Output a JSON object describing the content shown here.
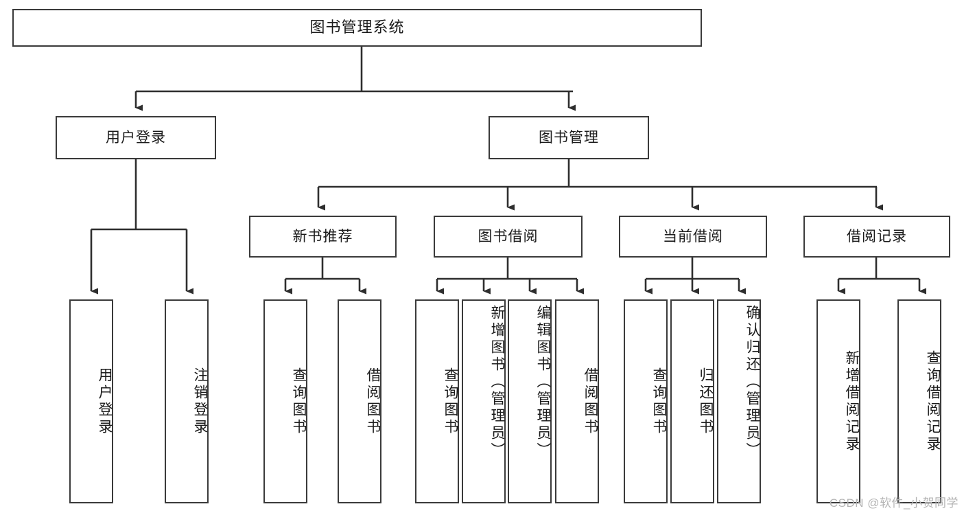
{
  "diagram": {
    "title": "图书管理系统",
    "root": {
      "label": "图书管理系统"
    },
    "level2": [
      {
        "label": "用户登录"
      },
      {
        "label": "图书管理"
      }
    ],
    "level3": [
      {
        "label": "新书推荐"
      },
      {
        "label": "图书借阅"
      },
      {
        "label": "当前借阅"
      },
      {
        "label": "借阅记录"
      }
    ],
    "leaves": {
      "user_login": [
        {
          "label": "用户登录"
        },
        {
          "label": "注销登录"
        }
      ],
      "new_book_recommend": [
        {
          "label": "查询图书"
        },
        {
          "label": "借阅图书"
        }
      ],
      "book_borrow": [
        {
          "label": "查询图书"
        },
        {
          "label": "新增图书（管理员）"
        },
        {
          "label": "编辑图书（管理员）"
        },
        {
          "label": "借阅图书"
        }
      ],
      "current_borrow": [
        {
          "label": "查询图书"
        },
        {
          "label": "归还图书"
        },
        {
          "label": "确认归还（管理员）"
        }
      ],
      "borrow_record": [
        {
          "label": "新增借阅记录"
        },
        {
          "label": "查询借阅记录"
        }
      ]
    },
    "watermark": "CSDN @软件_小贺同学",
    "colors": {
      "stroke": "#3a3a3a",
      "background": "#ffffff",
      "text": "#1b1b1b",
      "watermark": "#b4b4b4"
    }
  }
}
